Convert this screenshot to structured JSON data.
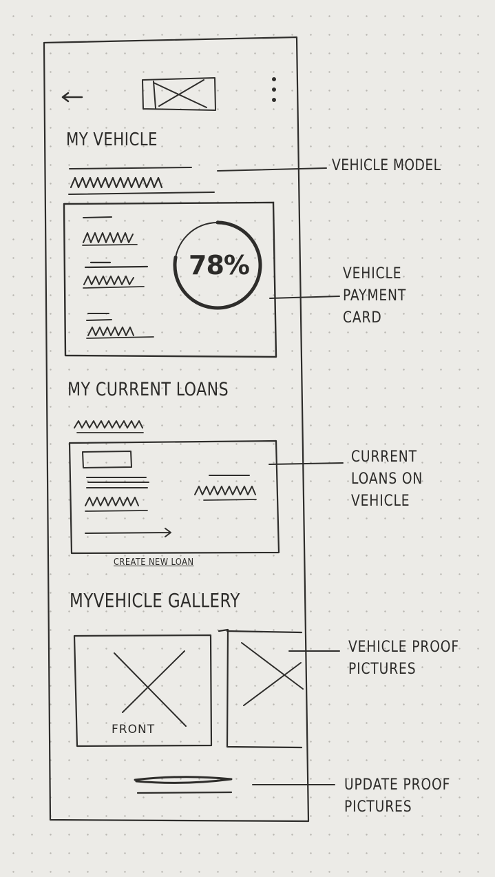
{
  "top_bar": {
    "back_icon": "arrow-left-icon",
    "logo_icon": "image-placeholder-icon",
    "menu_icon": "kebab-menu-icon"
  },
  "my_vehicle": {
    "heading": "MY VEHICLE"
  },
  "payment_card": {
    "percent": "78%",
    "progress": 0.78
  },
  "current_loans": {
    "heading": "MY CURRENT LOANS",
    "create_link": "CREATE NEW LOAN"
  },
  "gallery": {
    "heading": "MYVEHICLE GALLERY",
    "front_caption": "FRONT"
  },
  "annotations": {
    "vehicle_model": "VEHICLE MODEL",
    "payment_card": [
      "VEHICLE",
      "PAYMENT",
      "CARD"
    ],
    "current_loans": [
      "CURRENT",
      "LOANS ON",
      "VEHICLE"
    ],
    "proof_pictures": [
      "VEHICLE PROOF",
      "PICTURES"
    ],
    "update_proof": [
      "UPDATE PROOF",
      "PICTURES"
    ]
  },
  "colors": {
    "paper": "#ecebe7",
    "ink": "#2e2d2b",
    "dot": "#b9b7b1"
  }
}
